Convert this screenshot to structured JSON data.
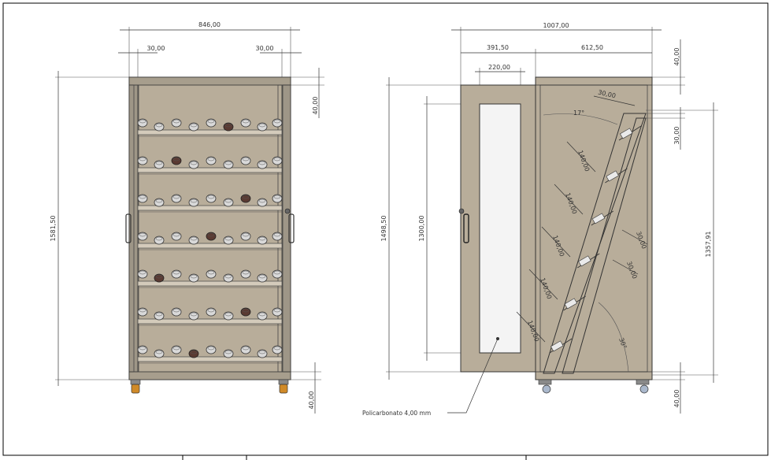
{
  "front_view": {
    "overall_width": "846,00",
    "side_left": "30,00",
    "side_right": "30,00",
    "height": "1581,50",
    "top_gap": "40,00",
    "bottom_gap": "40,00",
    "rows": [
      {
        "dark_index": 5
      },
      {
        "dark_index": 2
      },
      {
        "dark_index": 6
      },
      {
        "dark_index": 4
      },
      {
        "dark_index": 1
      },
      {
        "dark_index": 6
      },
      {
        "dark_index": 3
      }
    ]
  },
  "side_view": {
    "overall_width": "1007,00",
    "door_width": "391,50",
    "body_width": "612,50",
    "window_width": "220,00",
    "top_gap": "40,00",
    "door_height": "1498,50",
    "window_height": "1300,00",
    "rack_height": "1357,91",
    "shelf_pitch": [
      "140,00",
      "140,00",
      "140,00",
      "140,00",
      "140,00"
    ],
    "rail_width": "30,00",
    "rail_offsets": [
      "30,00",
      "30,00"
    ],
    "top_shift": "30,00",
    "angle_top": "17°",
    "angle_bottom": "30°",
    "bottom_gap": "40,00",
    "material_note": "Policarbonato 4,00 mm"
  }
}
